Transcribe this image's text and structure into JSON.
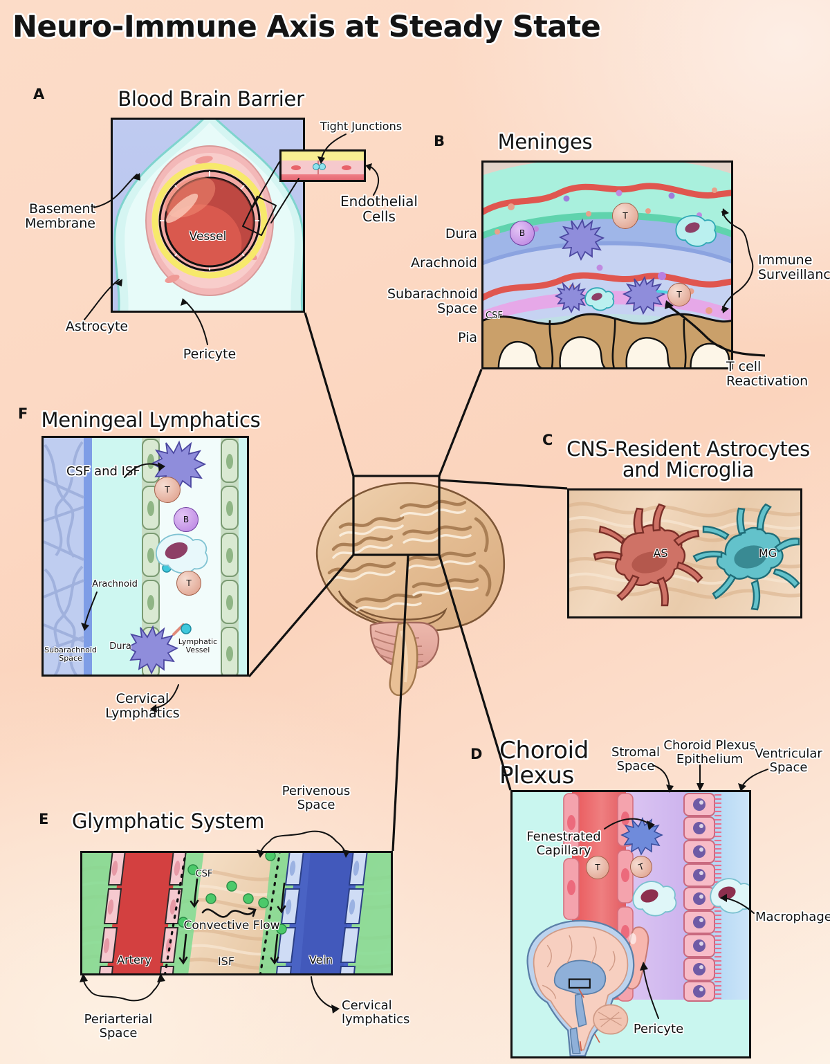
{
  "figure": {
    "title": "Neuro-Immune Axis at Steady State",
    "background_colors": [
      "#fcdcc8",
      "#fdf2e6"
    ],
    "center": {
      "name": "brain-lateral-illustration",
      "alt": "Lateral view of human brain with brainstem and cerebellum"
    }
  },
  "panels": [
    {
      "letter": "A",
      "title": "Blood Brain Barrier",
      "inner_labels": [
        "Vessel"
      ],
      "callouts": [
        "Basement\nMembrane",
        "Astrocyte",
        "Pericyte",
        "Tight Junctions",
        "Endothelial\nCells"
      ],
      "inset": {
        "name": "tight-junction-inset",
        "label": "Tight Junctions"
      }
    },
    {
      "letter": "B",
      "title": "Meninges",
      "layer_labels": [
        "Dura",
        "Arachnoid",
        "Subarachnoid\nSpace",
        "Pia"
      ],
      "inner_labels": [
        "CSF"
      ],
      "callouts": [
        "Immune\nSurveillance",
        "T cell\nReactivation"
      ],
      "cells": [
        "B",
        "T",
        "DC",
        "Mφ"
      ]
    },
    {
      "letter": "C",
      "title": "CNS-Resident Astrocytes\nand Microglia",
      "cells": [
        "AS",
        "MG"
      ],
      "cell_names": [
        "astrocyte",
        "microglia"
      ]
    },
    {
      "letter": "D",
      "title": "Choroid\nPlexus",
      "callouts": [
        "Stromal\nSpace",
        "Choroid Plexus\nEpithelium",
        "Ventricular\nSpace",
        "Fenestrated\nCapillary",
        "Macrophage",
        "Pericyte"
      ],
      "cells": [
        "T",
        "T",
        "DC",
        "Mφ",
        "Mφ"
      ],
      "inset": {
        "name": "brain-sagittal-inset",
        "alt": "Midsagittal brain section showing ventricles"
      }
    },
    {
      "letter": "E",
      "title": "Glymphatic System",
      "inner_labels": [
        "CSF",
        "Convective Flow",
        "Artery",
        "ISF",
        "Vein"
      ],
      "callouts": [
        "Perivenous\nSpace",
        "Periarterial\nSpace",
        "Cervical\nlymphatics"
      ]
    },
    {
      "letter": "F",
      "title": "Meningeal Lymphatics",
      "inner_labels": [
        "CSF and ISF",
        "Arachnoid",
        "Subarachnoid\nSpace",
        "Dura",
        "Lymphatic\nVessel"
      ],
      "callouts": [
        "Cervical\nLymphatics"
      ],
      "cells": [
        "DC",
        "T",
        "B",
        "Mφ",
        "T",
        "DC"
      ]
    }
  ],
  "colors": {
    "ink": "#111111",
    "vessel_red": "#d9534f",
    "csf_teal": "#aaf0e2",
    "dura_blue": "#9fb6e8",
    "lymph_green": "#bcd8bc",
    "astrocyte_red": "#cf7266",
    "microglia_teal": "#63c2cb",
    "t_cell": "#e5a999",
    "b_cell": "#c49ae0",
    "dc_cell": "#8f8ddb",
    "epithelium_pink": "#f6b9c6"
  }
}
